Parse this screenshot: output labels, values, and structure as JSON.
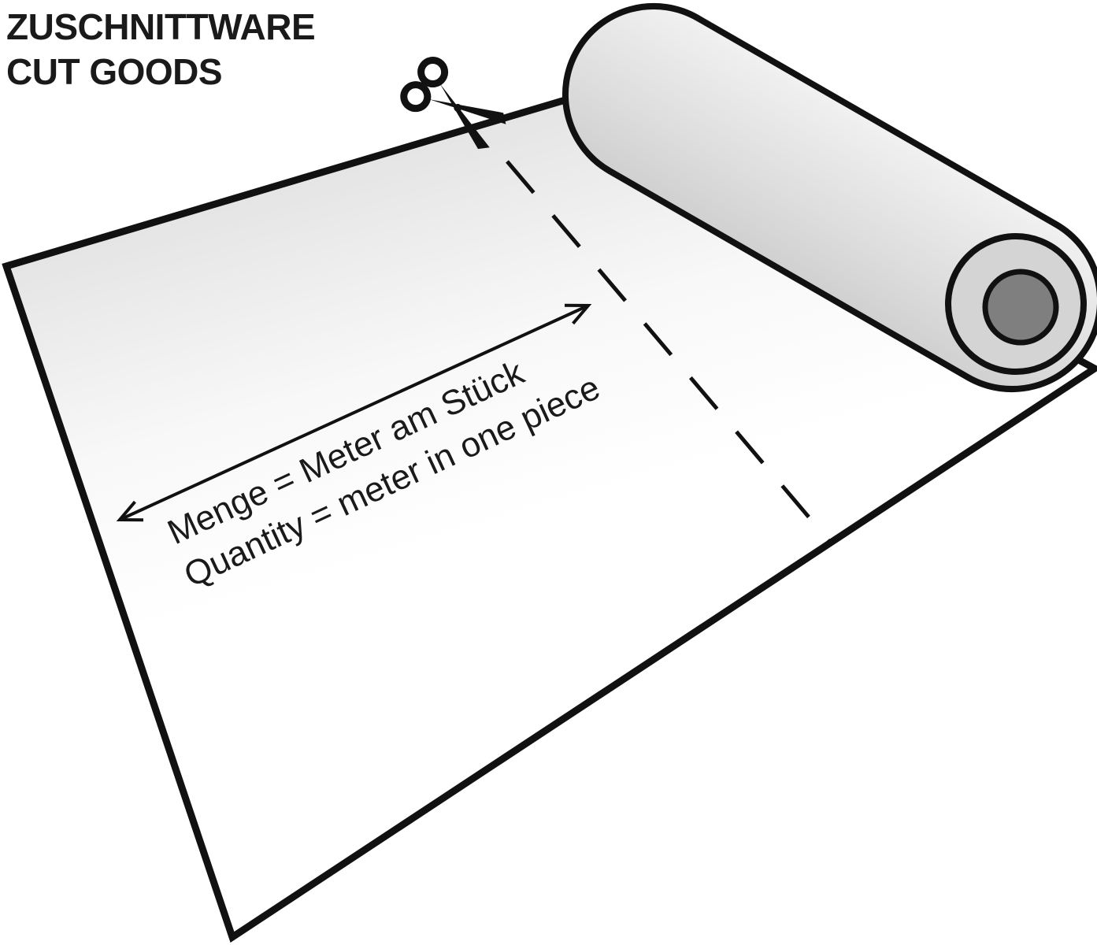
{
  "title": {
    "line1": "ZUSCHNITTWARE",
    "line2": "CUT GOODS"
  },
  "diagram": {
    "dimension_label": {
      "line1": "Menge = Meter am Stück",
      "line2": "Quantity = meter in one piece"
    }
  },
  "colors": {
    "ink": "#111111",
    "roll_end": "#d4d4d4",
    "roll_core": "#7f7f7f"
  }
}
